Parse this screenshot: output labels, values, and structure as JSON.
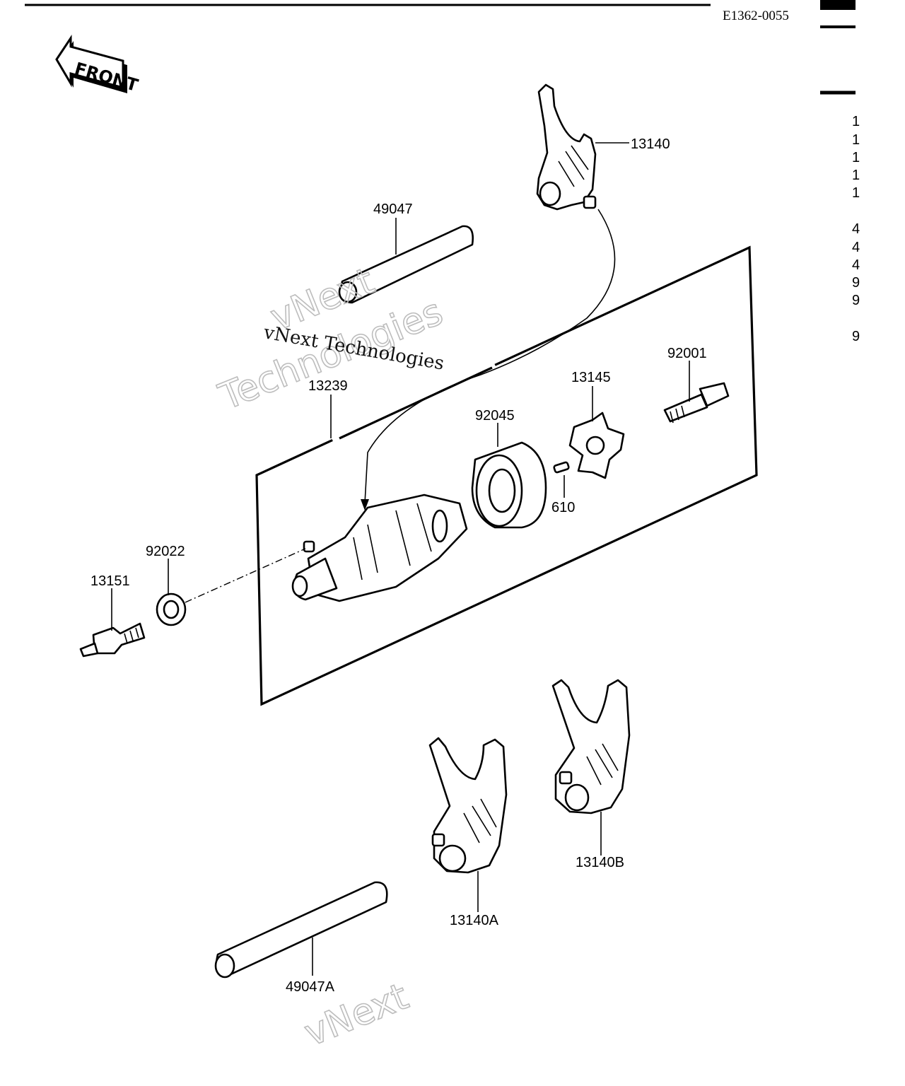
{
  "diagram_code": "E1362-0055",
  "front_label": "FRONT",
  "watermark": {
    "line1": "vNext",
    "line2": "Technologies",
    "inline": "vNext Technologies",
    "bottom": "vNext"
  },
  "parts": [
    {
      "id": "p13140",
      "label": "13140"
    },
    {
      "id": "p49047",
      "label": "49047"
    },
    {
      "id": "p13239",
      "label": "13239"
    },
    {
      "id": "p92045",
      "label": "92045"
    },
    {
      "id": "p13145",
      "label": "13145"
    },
    {
      "id": "p92001",
      "label": "92001"
    },
    {
      "id": "p610",
      "label": "610"
    },
    {
      "id": "p92022",
      "label": "92022"
    },
    {
      "id": "p13151",
      "label": "13151"
    },
    {
      "id": "p13140B",
      "label": "13140B"
    },
    {
      "id": "p13140A",
      "label": "13140A"
    },
    {
      "id": "p49047A",
      "label": "49047A"
    }
  ],
  "right_edge_marks": [
    "1",
    "1",
    "1",
    "1",
    "1",
    "4",
    "4",
    "4",
    "9",
    "9",
    "9"
  ],
  "colors": {
    "ink": "#000000",
    "paper": "#ffffff",
    "watermark": "#bdbdbd"
  }
}
